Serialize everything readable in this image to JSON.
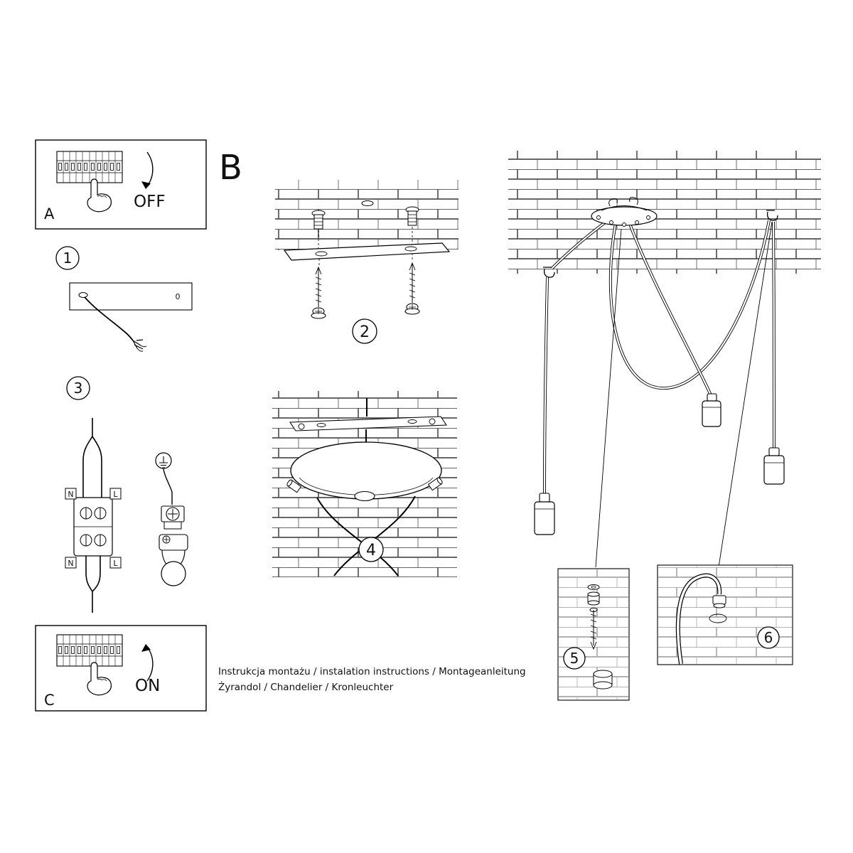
{
  "panel_a": {
    "label": "A",
    "action": "OFF"
  },
  "panel_c": {
    "label": "C",
    "action": "ON"
  },
  "section_b": {
    "label": "B"
  },
  "steps": {
    "s1": "1",
    "s2": "2",
    "s3": "3",
    "s4": "4",
    "s5": "5",
    "s6": "6"
  },
  "step1": {
    "zero": "0"
  },
  "wiring": {
    "n_top": "N",
    "l_top": "L",
    "n_bottom": "N",
    "l_bottom": "L"
  },
  "footer": {
    "line1": "Instrukcja montażu / instalation instructions / Montageanleitung",
    "line2": "Żyrandol / Chandelier / Kronleuchter"
  },
  "colors": {
    "line": "#111111",
    "brick_line": "#333333",
    "background": "#ffffff"
  }
}
